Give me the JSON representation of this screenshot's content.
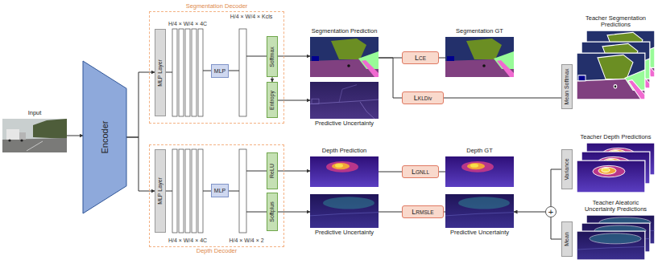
{
  "diagram": {
    "nodes": [
      {
        "text": [
          "Input"
        ]
      },
      {
        "text": [
          "Encoder"
        ]
      },
      {
        "text": [
          "Segmentation Decoder"
        ]
      },
      {
        "text": [
          "MLP Layer"
        ],
        "in": 2
      },
      {
        "text": [
          "MLP"
        ],
        "in": 2
      },
      {
        "text": [
          "Softmax"
        ],
        "in": 2
      },
      {
        "text": [
          "Entropy"
        ],
        "in": 2
      },
      {
        "text": [
          "Segmentation Prediction"
        ]
      },
      {
        "text": [
          "Predictive Uncertainty"
        ]
      },
      {
        "text": [
          "LCE"
        ]
      },
      {
        "text": [
          "LKLDiv"
        ]
      },
      {
        "text": [
          "Segmentation GT"
        ]
      },
      {
        "text": [
          "Teacher Segmentation Predictions"
        ]
      },
      {
        "text": [
          "Mean Softmax"
        ]
      },
      {
        "text": [
          "Depth Decoder"
        ]
      },
      {
        "text": [
          "MLP Layer"
        ],
        "in": 14
      },
      {
        "text": [
          "MLP"
        ],
        "in": 14
      },
      {
        "text": [
          "ReLU"
        ],
        "in": 14
      },
      {
        "text": [
          "Softplus"
        ],
        "in": 14
      },
      {
        "text": [
          "Depth Prediction"
        ]
      },
      {
        "text": [
          "Predictive Uncertainty"
        ]
      },
      {
        "text": [
          "LGNLL"
        ]
      },
      {
        "text": [
          "LRMSLE"
        ]
      },
      {
        "text": [
          "Depth GT"
        ]
      },
      {
        "text": [
          "Predictive Uncertainty"
        ]
      },
      {
        "text": [
          "Teacher Depth Predictions"
        ]
      },
      {
        "text": [
          "Variance"
        ]
      },
      {
        "text": [
          "Mean"
        ]
      },
      {
        "text": [
          "Teacher Aleatoric Uncertainty Predictions"
        ]
      },
      {
        "text": [
          "+"
        ]
      }
    ],
    "edges": [
      {
        "from": 0,
        "to": 1,
        "arrow": "to"
      },
      {
        "from": 1,
        "to": 3,
        "arrow": "to"
      },
      {
        "from": 1,
        "to": 15,
        "arrow": "to"
      },
      {
        "from": 5,
        "to": 7,
        "arrow": "to"
      },
      {
        "from": 5,
        "to": 6,
        "arrow": "to"
      },
      {
        "from": 6,
        "to": 8,
        "arrow": "to"
      },
      {
        "from": 7,
        "to": 9,
        "arrow": "none"
      },
      {
        "from": 9,
        "to": 11,
        "arrow": "none"
      },
      {
        "from": 7,
        "to": 10,
        "arrow": "none"
      },
      {
        "from": 10,
        "to": 13,
        "arrow": "none"
      },
      {
        "from": 17,
        "to": 19,
        "arrow": "to"
      },
      {
        "from": 18,
        "to": 20,
        "arrow": "to"
      },
      {
        "from": 19,
        "to": 21,
        "arrow": "none"
      },
      {
        "from": 21,
        "to": 23,
        "arrow": "none"
      },
      {
        "from": 20,
        "to": 22,
        "arrow": "none"
      },
      {
        "from": 22,
        "to": 24,
        "arrow": "none"
      },
      {
        "from": 29,
        "to": 24,
        "arrow": "to"
      },
      {
        "from": 26,
        "to": 29,
        "arrow": "none"
      },
      {
        "from": 27,
        "to": 29,
        "arrow": "none"
      }
    ],
    "labels": [
      "H/4 × W/4 × 4C",
      "H/4 × W/4 × Kcls",
      "H/4 × W/4 × 4C",
      "H/4 × W/4 × 2"
    ]
  }
}
